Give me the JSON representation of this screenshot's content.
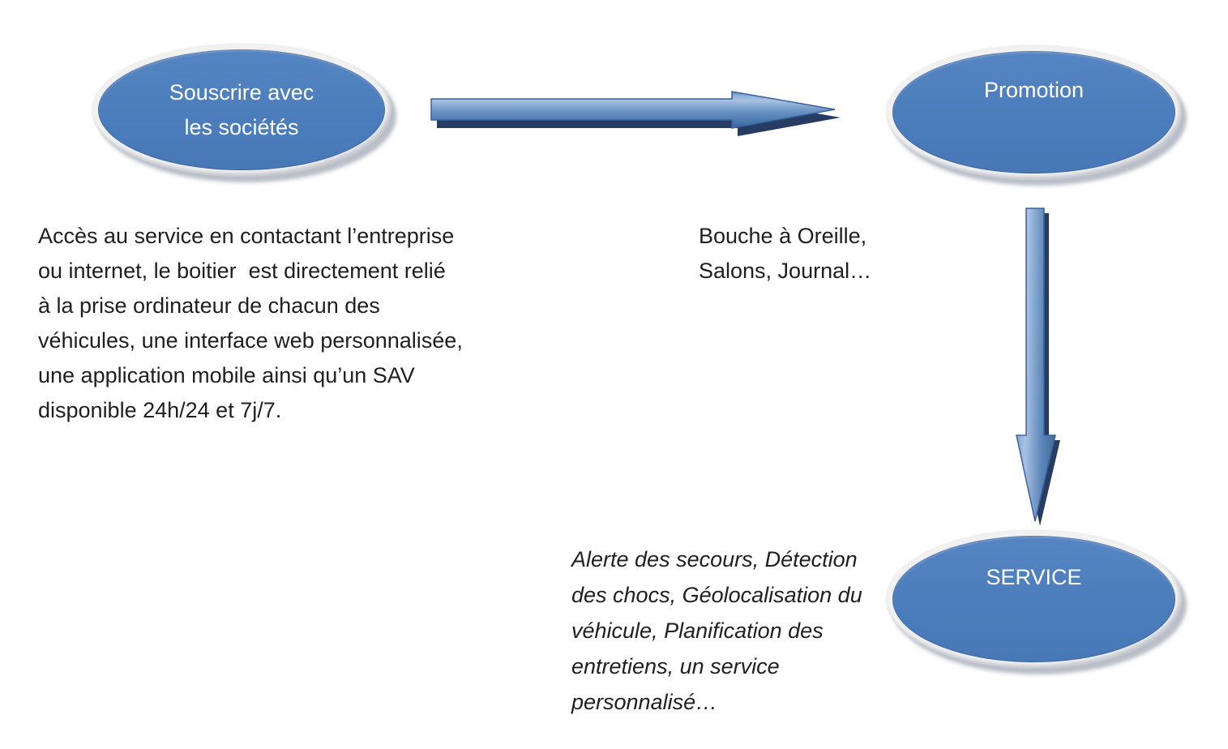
{
  "diagram": {
    "background_color": "#ffffff",
    "colors": {
      "node_fill": "#4d7ebd",
      "node_ring": "#f1f1f2",
      "node_shadow": "#8893a6",
      "node_label_text": "#ffffff",
      "arrow_light": "#a9c2e2",
      "arrow_mid": "#6d95c6",
      "arrow_dark": "#3a639c",
      "arrow_outline": "#3a619b",
      "arrow_shadow": "#263c63",
      "note_text": "#1f1f1f"
    },
    "nodes": {
      "souscrire": {
        "label": [
          "Souscrire avec",
          "les sociétés"
        ]
      },
      "promotion": {
        "label": [
          "Promotion"
        ]
      },
      "service": {
        "label": [
          "SERVICE"
        ]
      }
    },
    "arrows": {
      "right": {
        "from": "souscrire",
        "to": "promotion"
      },
      "down": {
        "from": "promotion",
        "to": "service"
      }
    },
    "annotations": {
      "souscrire_note": [
        "Accès au service en contactant l’entreprise",
        "ou internet, le boitier  est directement relié",
        "à la prise ordinateur de chacun des",
        "véhicules, une interface web personnalisée,",
        "une application mobile ainsi qu’un SAV",
        "disponible 24h/24 et 7j/7."
      ],
      "promotion_note": [
        "Bouche à Oreille,",
        "Salons, Journal…"
      ],
      "service_note": [
        "Alerte des secours, Détection",
        "des chocs, Géolocalisation du",
        "véhicule, Planification des",
        "entretiens, un service",
        "personnalisé…"
      ]
    }
  }
}
